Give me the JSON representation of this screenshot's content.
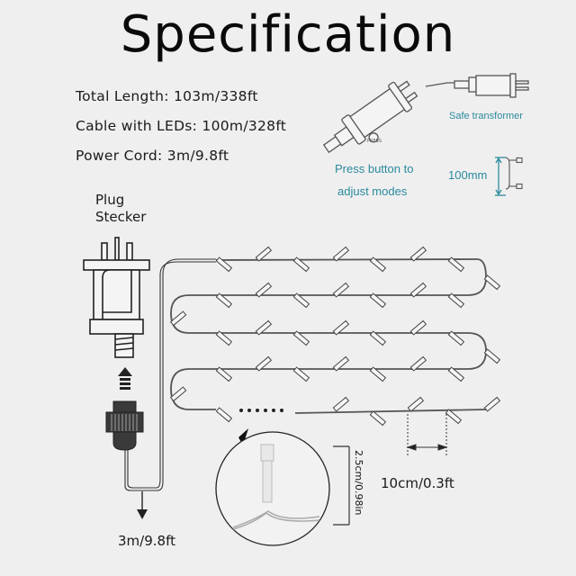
{
  "title": "Specification",
  "specs": [
    {
      "label": "Total Length",
      "value": "103m/338ft",
      "text": "Total Length: 103m/338ft"
    },
    {
      "label": "Cable with LEDs",
      "value": "100m/328ft",
      "text": "Cable with LEDs: 100m/328ft"
    },
    {
      "label": "Power Cord",
      "value": "3m/9.8ft",
      "text": "Power Cord: 3m/9.8ft"
    }
  ],
  "transformer": {
    "caption": "Safe transformer",
    "button_note_line1": "Press button to",
    "button_note_line2": "adjust modes",
    "spacing_label": "100mm",
    "accent_color": "#2b8a9e"
  },
  "plug": {
    "label_en": "Plug",
    "label_de": "Stecker"
  },
  "dimensions": {
    "power_cord": "3m/9.8ft",
    "bulb_height": "2.5cm/0.98in",
    "bulb_spacing": "10cm/0.3ft"
  }
}
